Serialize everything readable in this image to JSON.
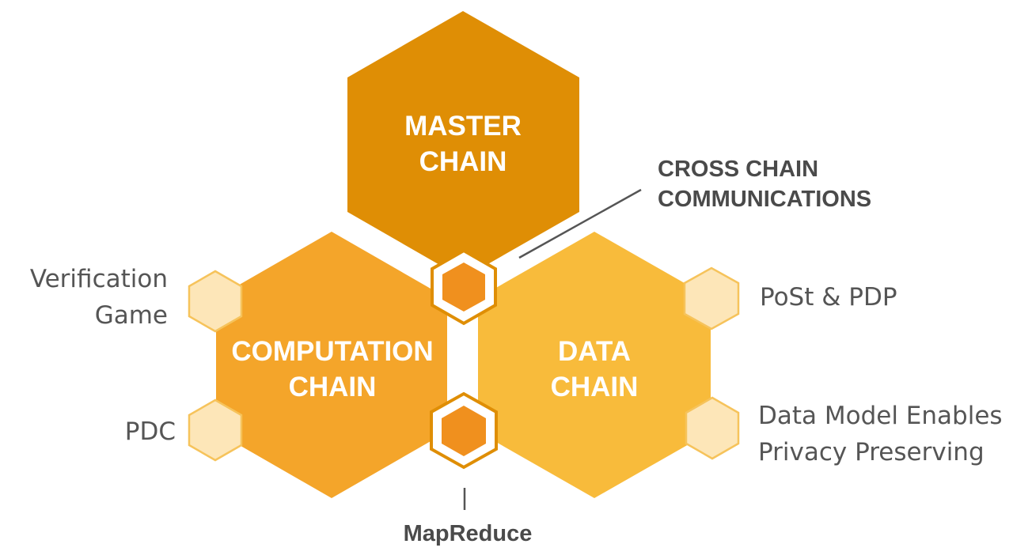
{
  "colors": {
    "master": "#df8e05",
    "computation": "#f4a52a",
    "data": "#f8bb3b",
    "connector_fill": "#f0901e",
    "connector_ring": "#ffffff",
    "small_hex_fill": "#fde6b8",
    "small_hex_stroke": "#f6c35b",
    "leader_line": "#555555"
  },
  "master_chain": {
    "line1": "MASTER",
    "line2": "CHAIN"
  },
  "computation_chain": {
    "line1": "COMPUTATION",
    "line2": "CHAIN"
  },
  "data_chain": {
    "line1": "DATA",
    "line2": "CHAIN"
  },
  "callouts": {
    "cross_chain": {
      "line1": "CROSS CHAIN",
      "line2": "COMMUNICATIONS"
    },
    "mapreduce": "MapReduce"
  },
  "features": {
    "verification_game": {
      "line1": "Verification",
      "line2": "Game"
    },
    "pdc": "PDC",
    "post_pdp": "PoSt & PDP",
    "data_model": {
      "line1": "Data Model Enables",
      "line2": "Privacy Preserving"
    }
  }
}
